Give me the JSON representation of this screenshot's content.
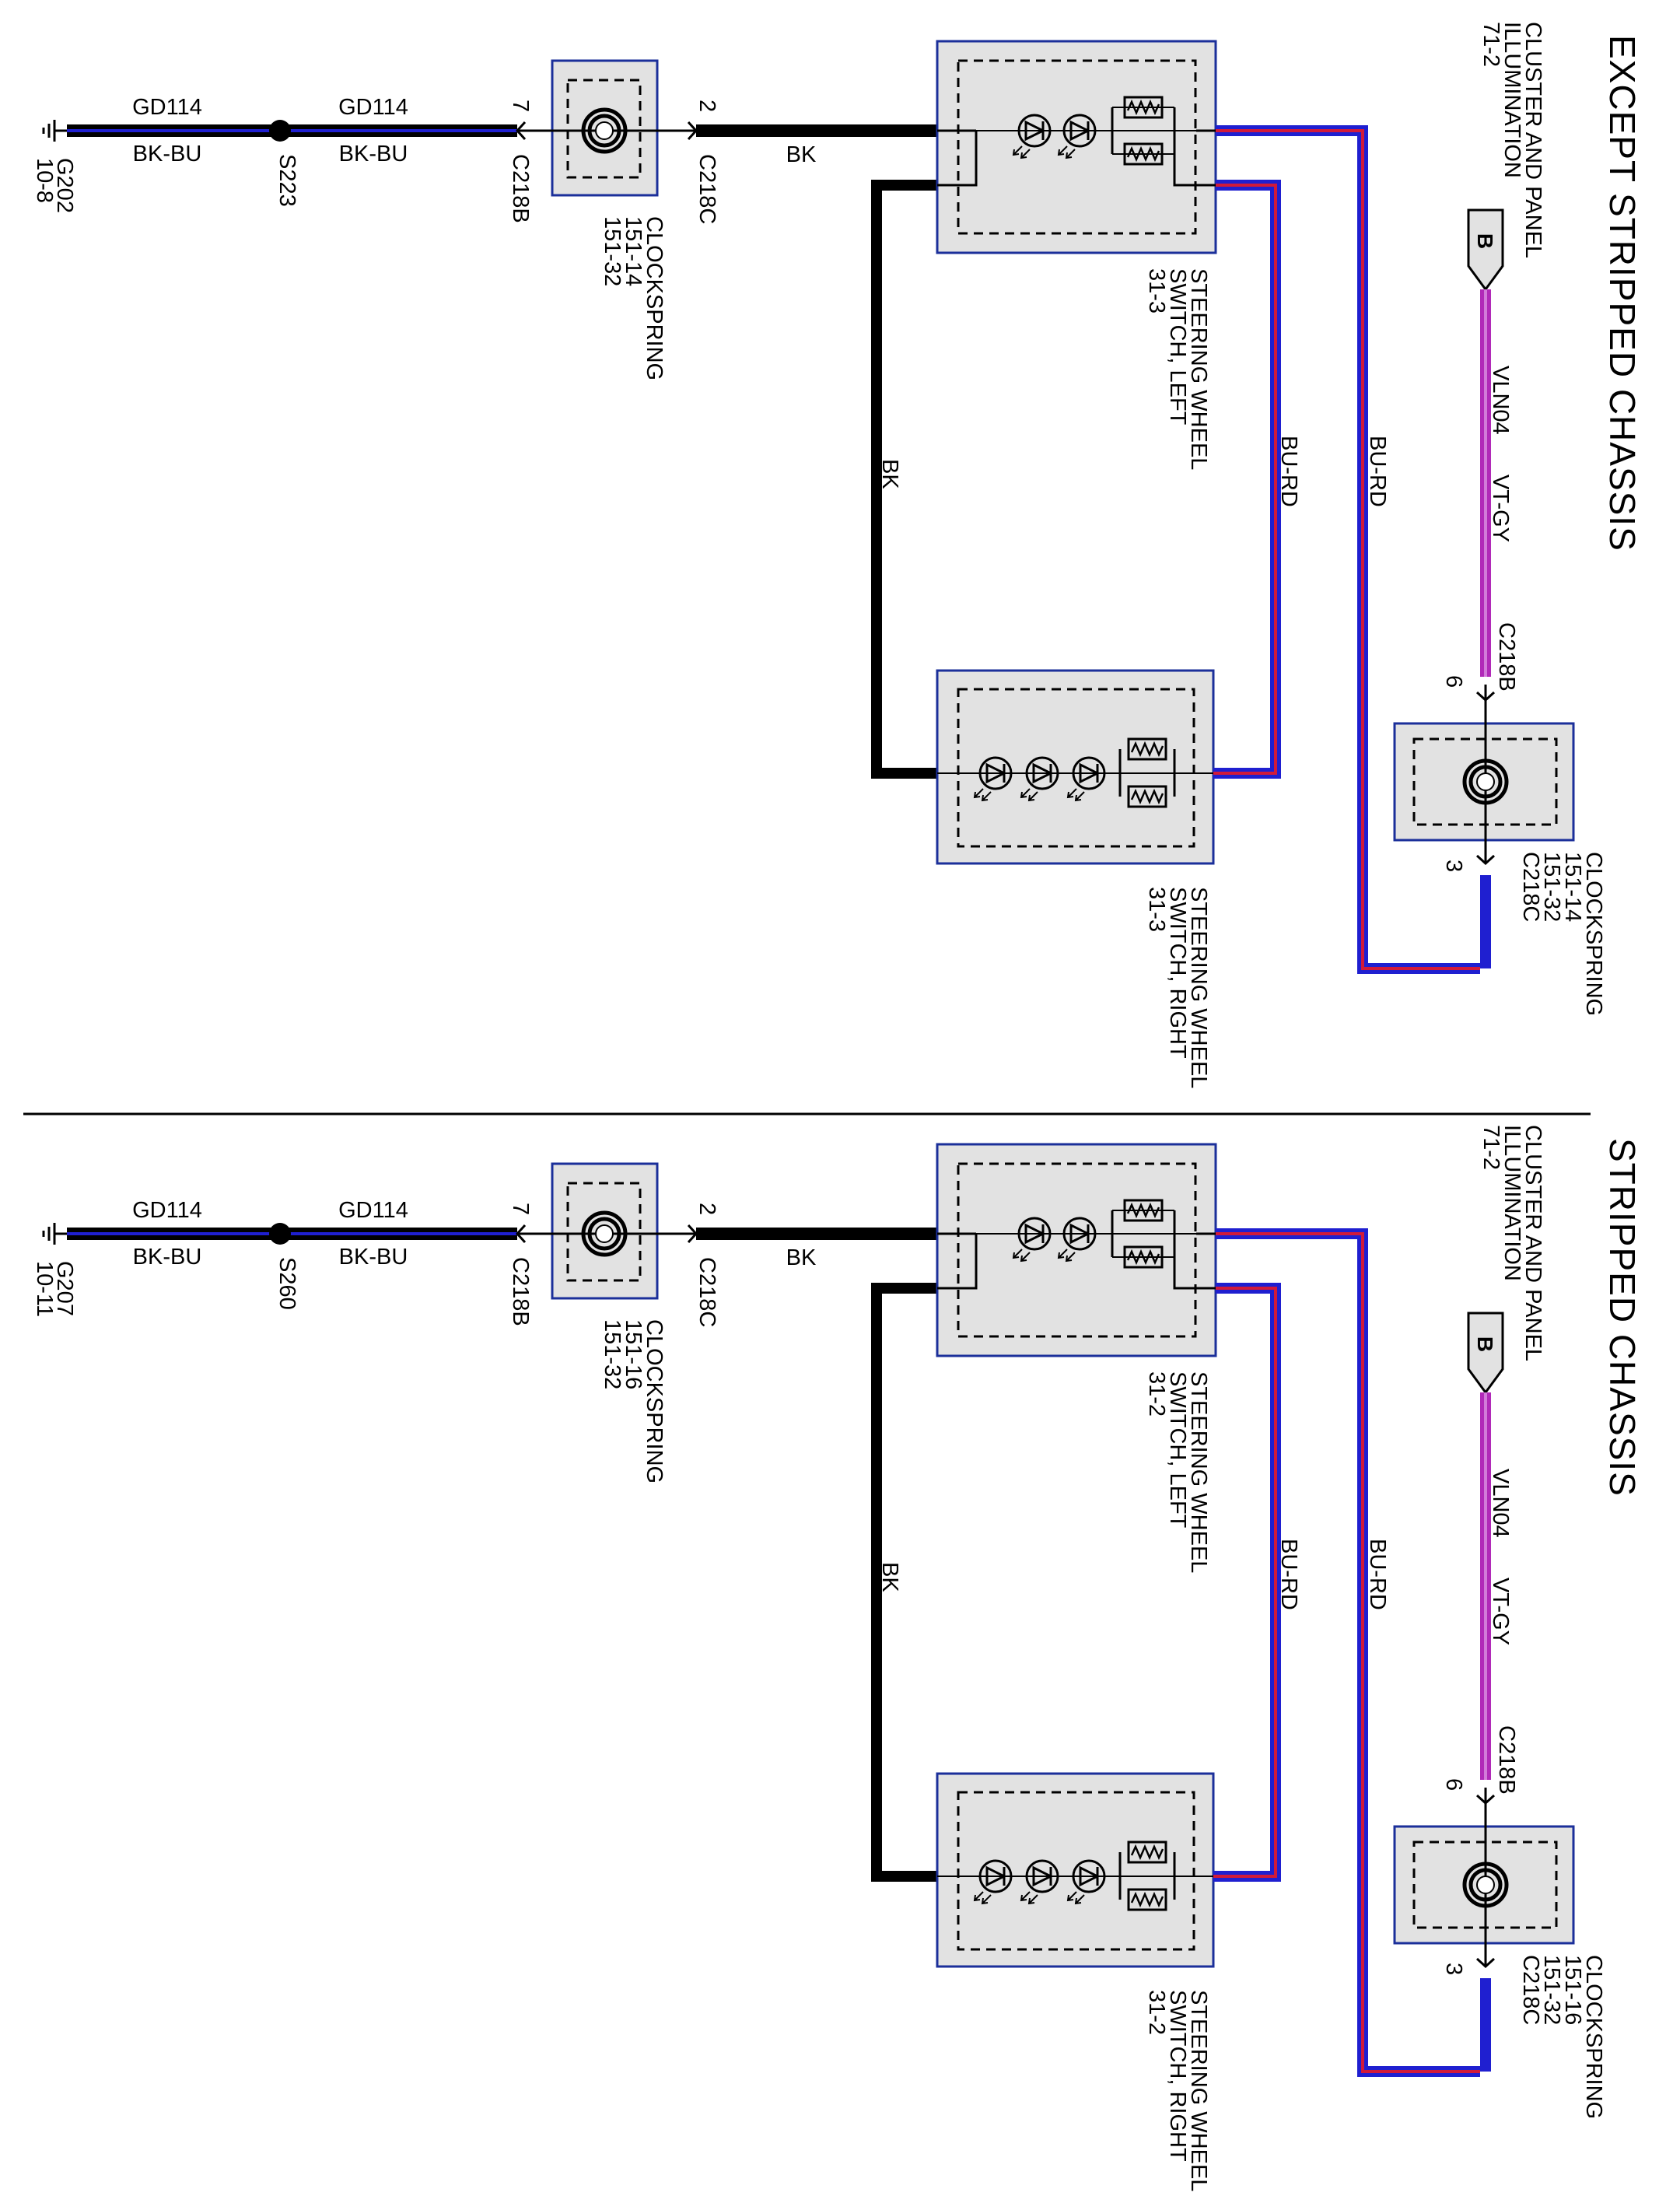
{
  "colors": {
    "black": "#000000",
    "blue": "#1f1fd0",
    "blue_red_stripe": "#d11a3a",
    "violet": "#b12ab8",
    "violet_gray_stripe": "#d27cd9",
    "component_fill": "#e2e2e2",
    "component_border": "#1b2f9a"
  },
  "sections": [
    {
      "title": "EXCEPT STRIPPED CHASSIS",
      "ground_id": "G202",
      "ground_ref": "10-8",
      "splice": "S223",
      "circuit_left": "GD114",
      "color_left": "BK-BU",
      "circuit_right": "GD114",
      "color_right": "BK-BU",
      "pin_c218b_upper": "7",
      "conn_c218b_upper": "C218B",
      "pin_c218c_upper": "2",
      "conn_c218c_upper": "C218C",
      "clockspring_upper": {
        "name": "CLOCKSPRING",
        "ref1": "151-14",
        "ref2": "151-32"
      },
      "wire_bk_top": "BK",
      "switch_left": {
        "name1": "STEERING WHEEL",
        "name2": "SWITCH, LEFT",
        "ref": "31-3"
      },
      "wire_bk_vertical": "BK",
      "wire_bu_rd_inner": "BU-RD",
      "wire_bu_rd_outer": "BU-RD",
      "switch_right": {
        "name1": "STEERING WHEEL",
        "name2": "SWITCH, RIGHT",
        "ref": "31-3"
      },
      "cluster": {
        "name1": "CLUSTER AND PANEL",
        "name2": "ILLUMINATION",
        "ref": "71-2"
      },
      "flag_letter": "B",
      "circuit_vln": "VLN04",
      "color_vln": "VT-GY",
      "conn_c218b_lower": "C218B",
      "pin_c218b_lower": "6",
      "clockspring_lower": {
        "name": "CLOCKSPRING",
        "ref1": "151-14",
        "ref2": "151-32"
      },
      "conn_c218c_lower": "C218C",
      "pin_c218c_lower": "3"
    },
    {
      "title": "STRIPPED CHASSIS",
      "ground_id": "G207",
      "ground_ref": "10-11",
      "splice": "S260",
      "circuit_left": "GD114",
      "color_left": "BK-BU",
      "circuit_right": "GD114",
      "color_right": "BK-BU",
      "pin_c218b_upper": "7",
      "conn_c218b_upper": "C218B",
      "pin_c218c_upper": "2",
      "conn_c218c_upper": "C218C",
      "clockspring_upper": {
        "name": "CLOCKSPRING",
        "ref1": "151-16",
        "ref2": "151-32"
      },
      "wire_bk_top": "BK",
      "switch_left": {
        "name1": "STEERING WHEEL",
        "name2": "SWITCH, LEFT",
        "ref": "31-2"
      },
      "wire_bk_vertical": "BK",
      "wire_bu_rd_inner": "BU-RD",
      "wire_bu_rd_outer": "BU-RD",
      "switch_right": {
        "name1": "STEERING WHEEL",
        "name2": "SWITCH, RIGHT",
        "ref": "31-2"
      },
      "cluster": {
        "name1": "CLUSTER AND PANEL",
        "name2": "ILLUMINATION",
        "ref": "71-2"
      },
      "flag_letter": "B",
      "circuit_vln": "VLN04",
      "color_vln": "VT-GY",
      "conn_c218b_lower": "C218B",
      "pin_c218b_lower": "6",
      "clockspring_lower": {
        "name": "CLOCKSPRING",
        "ref1": "151-16",
        "ref2": "151-32"
      },
      "conn_c218c_lower": "C218C",
      "pin_c218c_lower": "3"
    }
  ]
}
